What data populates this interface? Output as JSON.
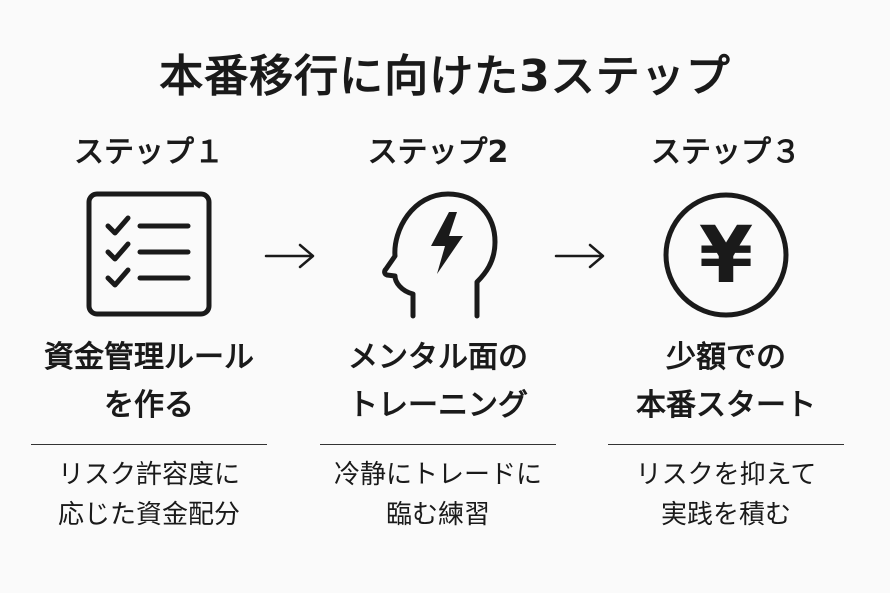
{
  "title": "本番移行に向けた3ステップ",
  "steps": [
    {
      "label": "ステップ１",
      "heading_line1": "資金管理ルール",
      "heading_line2": "を作る",
      "desc_line1": "リスク許容度に",
      "desc_line2": "応じた資金配分"
    },
    {
      "label": "ステップ2",
      "heading_line1": "メンタル面の",
      "heading_line2": "トレーニング",
      "desc_line1": "冷静にトレードに",
      "desc_line2": "臨む練習"
    },
    {
      "label": "ステップ３",
      "heading_line1": "少額での",
      "heading_line2": "本番スタート",
      "desc_line1": "リスクを抑えて",
      "desc_line2": "実践を積む"
    }
  ],
  "icons": [
    "checklist-icon",
    "head-lightning-icon",
    "yen-coin-icon"
  ],
  "yen_symbol": "¥"
}
